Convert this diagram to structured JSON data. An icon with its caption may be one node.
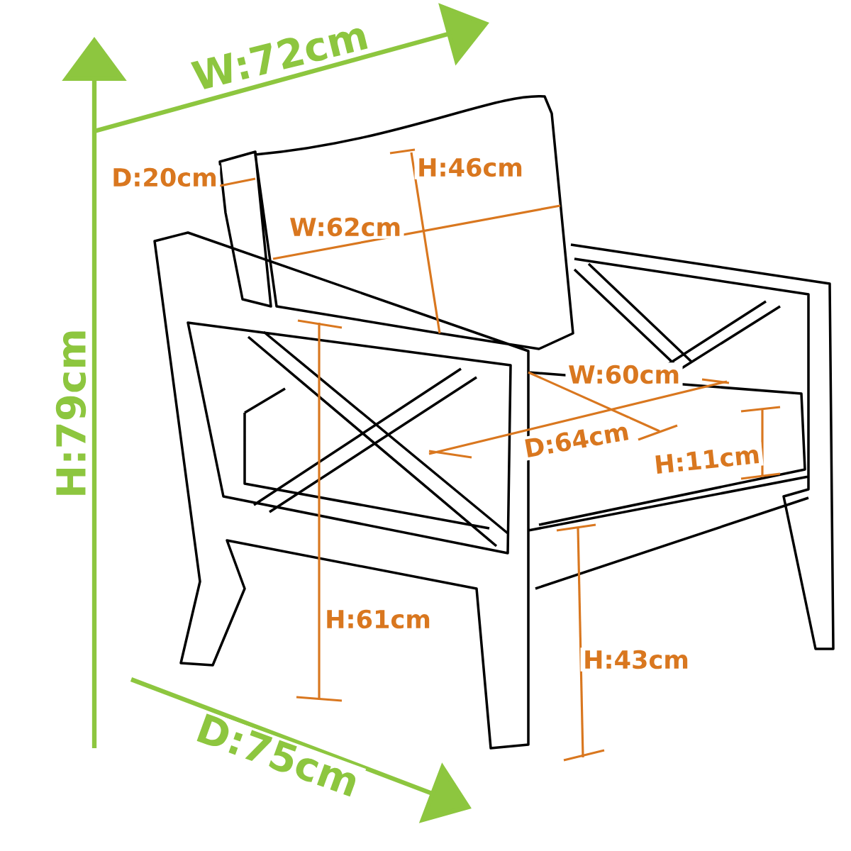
{
  "diagram": {
    "labels": [
      "W:72cm",
      "D:20cm",
      "H:46cm",
      "W:62cm",
      "H:79cm",
      "W:60cm",
      "D:64cm",
      "H:11cm",
      "H:61cm",
      "H:43cm",
      "D:75cm"
    ]
  }
}
